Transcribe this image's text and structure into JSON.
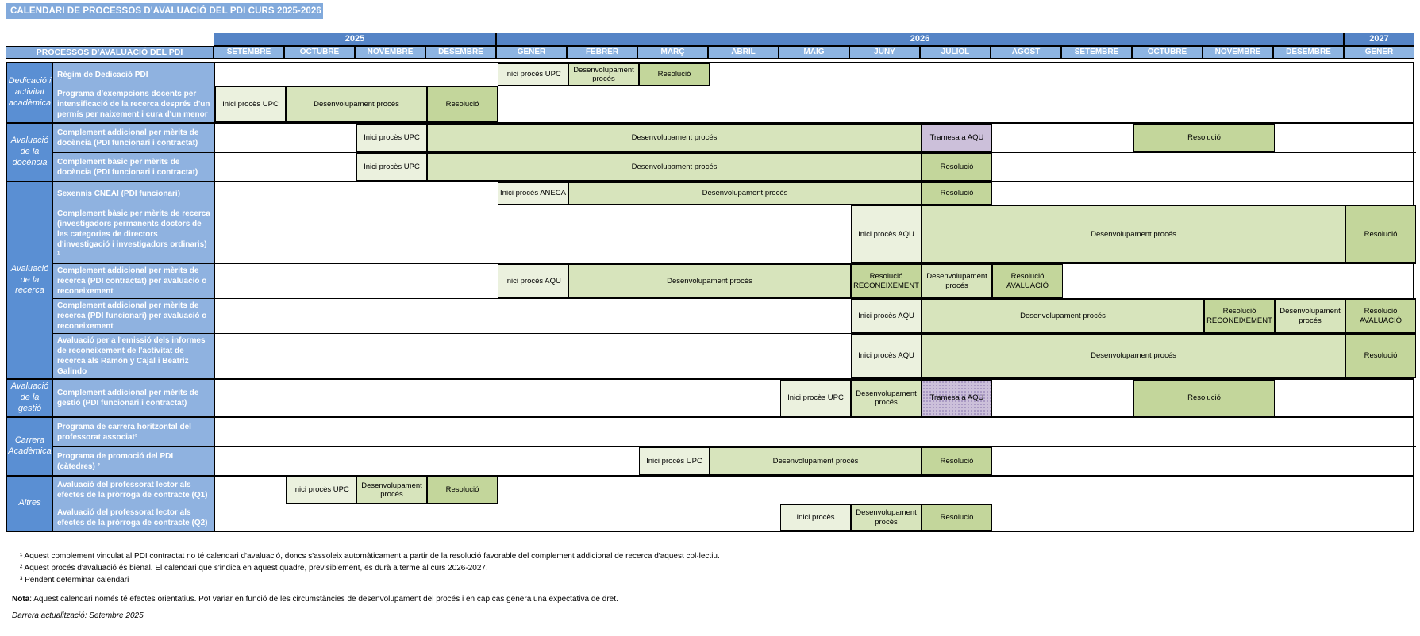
{
  "title": "CALENDARI DE PROCESSOS D'AVALUACIÓ DEL PDI CURS 2025-2026",
  "colors": {
    "title_bar_blue": "#82aadc",
    "year_blue": "#5584c6",
    "month_blue": "#8db4e2",
    "group_blue": "#5a8fd3",
    "process_blue": "#8fb2e0",
    "border_black": "#000000"
  },
  "phase_colors": {
    "inici": "#ebf1de",
    "desenv": "#d7e4bc",
    "resol": "#c3d69b",
    "tramesa": "#ccc0da"
  },
  "header": {
    "processes_label": "PROCESSOS D'AVALUACIÓ DEL PDI",
    "years": [
      {
        "label": "2025",
        "span": 4
      },
      {
        "label": "2026",
        "span": 12
      },
      {
        "label": "2027",
        "span": 1
      }
    ],
    "months": [
      "SETEMBRE",
      "OCTUBRE",
      "NOVEMBRE",
      "DESEMBRE",
      "GENER",
      "FEBRER",
      "MARÇ",
      "ABRIL",
      "MAIG",
      "JUNY",
      "JULIOL",
      "AGOST",
      "SETEMBRE",
      "OCTUBRE",
      "NOVEMBRE",
      "DESEMBRE",
      "GENER"
    ]
  },
  "groups": [
    {
      "label": "Dedicació i activitat acadèmica",
      "rows": [
        {
          "name": "Règim de Dedicació PDI",
          "height": 28,
          "bars": [
            {
              "start": 4,
              "span": 1,
              "type": "inici",
              "label": "Inici procès UPC"
            },
            {
              "start": 5,
              "span": 1,
              "type": "desenv",
              "label": "Desenvolupament procés"
            },
            {
              "start": 6,
              "span": 1,
              "type": "resol",
              "label": "Resolució"
            }
          ]
        },
        {
          "name": "Programa d'exempcions docents per intensificació de la recerca després d'un permís per naixement i cura d'un menor",
          "height": 46,
          "bars": [
            {
              "start": 0,
              "span": 1,
              "type": "inici",
              "label": "Inici procès UPC"
            },
            {
              "start": 1,
              "span": 2,
              "type": "desenv",
              "label": "Desenvolupament procés"
            },
            {
              "start": 3,
              "span": 1,
              "type": "resol",
              "label": "Resolució"
            }
          ]
        }
      ]
    },
    {
      "label": "Avaluació de la docència",
      "rows": [
        {
          "name": "Complement addicional per mèrits de docència (PDI funcionari i contractat)",
          "height": 36,
          "bars": [
            {
              "start": 2,
              "span": 1,
              "type": "inici",
              "label": "Inici procès UPC"
            },
            {
              "start": 3,
              "span": 7,
              "type": "desenv",
              "label": "Desenvolupament procés"
            },
            {
              "start": 10,
              "span": 1,
              "type": "tramesa",
              "label": "Tramesa a AQU"
            },
            {
              "start": 13,
              "span": 2,
              "type": "resol",
              "label": "Resolució"
            }
          ]
        },
        {
          "name": "Complement bàsic per mèrits de docència (PDI funcionari i contractat)",
          "height": 36,
          "bars": [
            {
              "start": 2,
              "span": 1,
              "type": "inici",
              "label": "Inici procès UPC"
            },
            {
              "start": 3,
              "span": 7,
              "type": "desenv",
              "label": "Desenvolupament procés"
            },
            {
              "start": 10,
              "span": 1,
              "type": "resol",
              "label": "Resolució"
            }
          ]
        }
      ]
    },
    {
      "label": "Avaluació de la recerca",
      "rows": [
        {
          "name": "Sexennis CNEAI (PDI funcionari)",
          "height": 28,
          "bars": [
            {
              "start": 4,
              "span": 1,
              "type": "inici",
              "label": "Inici procès ANECA"
            },
            {
              "start": 5,
              "span": 5,
              "type": "desenv",
              "label": "Desenvolupament procés"
            },
            {
              "start": 10,
              "span": 1,
              "type": "resol",
              "label": "Resolució"
            }
          ]
        },
        {
          "name": "Complement bàsic per mèrits de recerca (investigadors permanents doctors de les categories de directors d'investigació i investigadors ordinaris) ¹",
          "height": 74,
          "bars": [
            {
              "start": 9,
              "span": 1,
              "type": "inici",
              "label": "Inici procès AQU"
            },
            {
              "start": 10,
              "span": 6,
              "type": "desenv",
              "label": "Desenvolupament procés"
            },
            {
              "start": 16,
              "span": 1,
              "type": "resol",
              "label": "Resolució"
            }
          ]
        },
        {
          "name": "Complement addicional per mèrits de recerca (PDI contractat) per avaluació o reconeixement",
          "height": 44,
          "bars": [
            {
              "start": 4,
              "span": 1,
              "type": "inici",
              "label": "Inici procès AQU"
            },
            {
              "start": 5,
              "span": 4,
              "type": "desenv",
              "label": "Desenvolupament procés"
            },
            {
              "start": 9,
              "span": 1,
              "type": "resol",
              "label": "Resolució RECONEIXEMENT"
            },
            {
              "start": 10,
              "span": 1,
              "type": "desenv",
              "label": "Desenvolupament procés"
            },
            {
              "start": 11,
              "span": 1,
              "type": "resol",
              "label": "Resolució AVALUACIÓ"
            }
          ]
        },
        {
          "name": "Complement addicional per mèrits de recerca (PDI funcionari) per avaluació o reconeixement",
          "height": 44,
          "bars": [
            {
              "start": 9,
              "span": 1,
              "type": "inici",
              "label": "Inici procès AQU"
            },
            {
              "start": 10,
              "span": 4,
              "type": "desenv",
              "label": "Desenvolupament procés"
            },
            {
              "start": 14,
              "span": 1,
              "type": "resol",
              "label": "Resolució RECONEIXEMENT"
            },
            {
              "start": 15,
              "span": 1,
              "type": "desenv",
              "label": "Desenvolupament procés"
            },
            {
              "start": 16,
              "span": 1,
              "type": "resol",
              "label": "Resolució AVALUACIÓ"
            }
          ]
        },
        {
          "name": "Avaluació per a l'emissió dels informes de reconeixement de l'activitat de recerca als Ramón y Cajal i Beatriz Galindo",
          "height": 50,
          "bars": [
            {
              "start": 9,
              "span": 1,
              "type": "inici",
              "label": "Inici procès AQU"
            },
            {
              "start": 10,
              "span": 6,
              "type": "desenv",
              "label": "Desenvolupament procés"
            },
            {
              "start": 16,
              "span": 1,
              "type": "resol",
              "label": "Resolució"
            }
          ]
        }
      ]
    },
    {
      "label": "Avaluació de la gestió",
      "rows": [
        {
          "name": "Complement addicional per mèrits de gestió (PDI funcionari i contractat)",
          "height": 46,
          "bars": [
            {
              "start": 8,
              "span": 1,
              "type": "inici",
              "label": "Inici procès UPC"
            },
            {
              "start": 9,
              "span": 1,
              "type": "desenv",
              "label": "Desenvolupament procés"
            },
            {
              "start": 10,
              "span": 1,
              "type": "tramesa",
              "label": "Tramesa a AQU",
              "pattern": true
            },
            {
              "start": 13,
              "span": 2,
              "type": "resol",
              "label": "Resolució"
            }
          ]
        }
      ]
    },
    {
      "label": "Carrera Acadèmica",
      "rows": [
        {
          "name": "Programa de carrera horitzontal del professorat associat³",
          "height": 36,
          "bars": []
        },
        {
          "name": "Programa de promoció del PDI (càtedres) ²",
          "height": 36,
          "bars": [
            {
              "start": 6,
              "span": 1,
              "type": "inici",
              "label": "Inici procès UPC"
            },
            {
              "start": 7,
              "span": 3,
              "type": "desenv",
              "label": "Desenvolupament procés"
            },
            {
              "start": 10,
              "span": 1,
              "type": "resol",
              "label": "Resolució"
            }
          ]
        }
      ]
    },
    {
      "label": "Altres",
      "rows": [
        {
          "name": "Avaluació del professorat lector als efectes de la pròrroga de contracte (Q1)",
          "height": 34,
          "bars": [
            {
              "start": 1,
              "span": 1,
              "type": "inici",
              "label": "Inici procès UPC"
            },
            {
              "start": 2,
              "span": 1,
              "type": "desenv",
              "label": "Desenvolupament procés"
            },
            {
              "start": 3,
              "span": 1,
              "type": "resol",
              "label": "Resolució"
            }
          ]
        },
        {
          "name": "Avaluació del professorat lector als efectes de la pròrroga de contracte (Q2)",
          "height": 34,
          "bars": [
            {
              "start": 8,
              "span": 1,
              "type": "inici",
              "label": "Inici procès"
            },
            {
              "start": 9,
              "span": 1,
              "type": "desenv",
              "label": "Desenvolupament procés"
            },
            {
              "start": 10,
              "span": 1,
              "type": "resol",
              "label": "Resolució"
            }
          ]
        }
      ]
    }
  ],
  "footnotes": [
    "¹ Aquest complement vinculat al PDI contractat no té calendari d'avaluació, doncs s'assoleix automàticament a partir de la resolució favorable del complement addicional de recerca d'aquest col·lectiu.",
    "² Aquest procés d'avaluació és bienal. El calendari que s'indica en aquest quadre, previsiblement, es durà a terme al curs 2026-2027.",
    "³ Pendent determinar calendari"
  ],
  "nota": {
    "label": "Nota",
    "text": ": Aquest calendari només té efectes orientatius. Pot variar en funció de les circumstàncies de desenvolupament del procés i en cap cas genera una expectativa de dret."
  },
  "updated": "Darrera actualització: Setembre 2025"
}
